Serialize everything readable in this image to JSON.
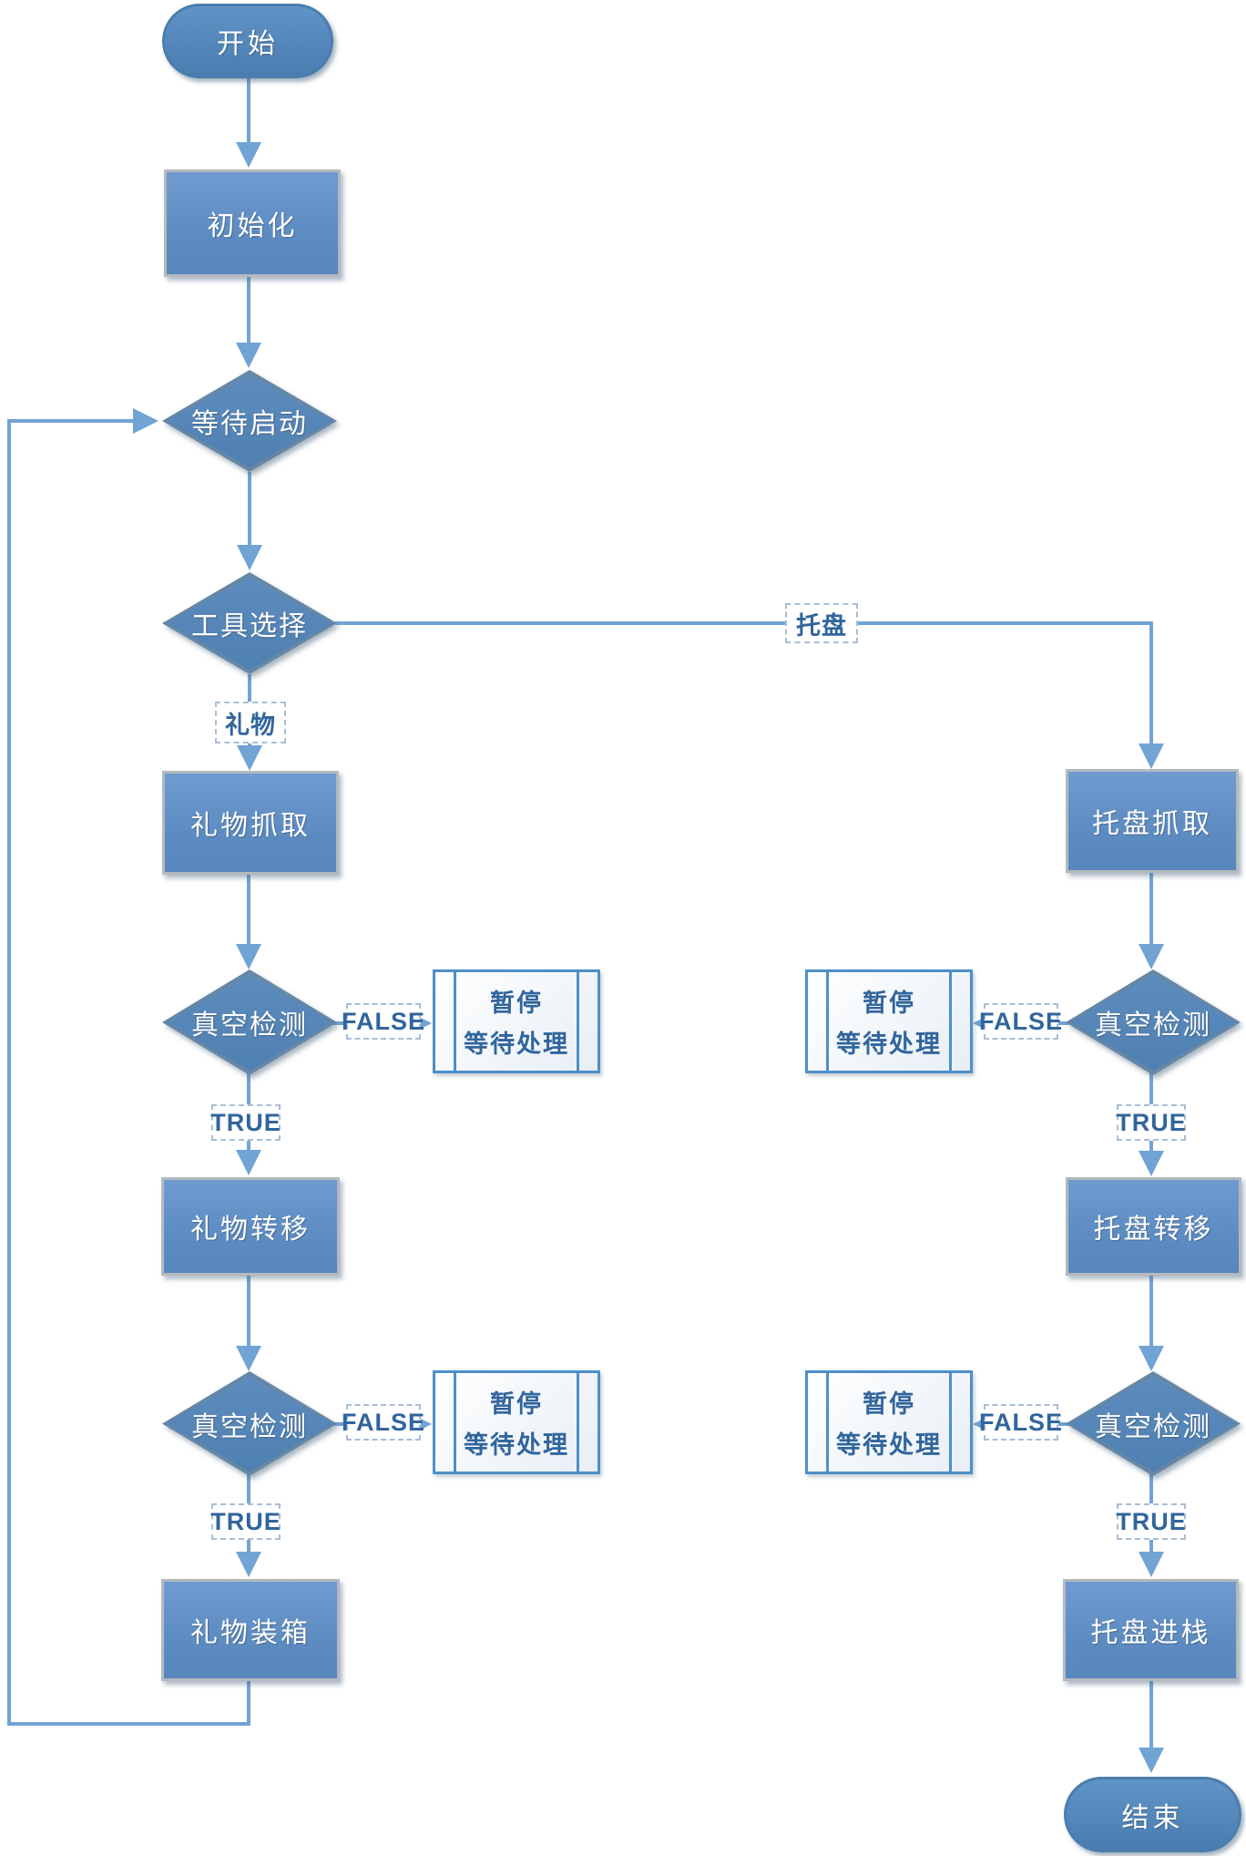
{
  "colors": {
    "node_fill": "#5d8cc2",
    "node_border_gray": "#b3b9bf",
    "diamond_fill": "#4f80b2",
    "diamond_border": "#6687a5",
    "pill_border": "#4b7dad",
    "connector": "#71a3d4",
    "pause_border": "#4e8fc7",
    "label_text": "#31659c",
    "shape_text": "#ffffff"
  },
  "nodes": {
    "start": "开始",
    "init": "初始化",
    "wait_start": "等待启动",
    "tool_select": "工具选择",
    "gift_pick": "礼物抓取",
    "gift_transfer": "礼物转移",
    "gift_pack": "礼物装箱",
    "tray_pick": "托盘抓取",
    "tray_transfer": "托盘转移",
    "tray_stack": "托盘进栈",
    "vacuum_check": "真空检测",
    "pause": {
      "line1": "暂停",
      "line2": "等待处理"
    },
    "end": "结束"
  },
  "edge_labels": {
    "gift": "礼物",
    "tray": "托盘",
    "true": "TRUE",
    "false": "FALSE"
  }
}
